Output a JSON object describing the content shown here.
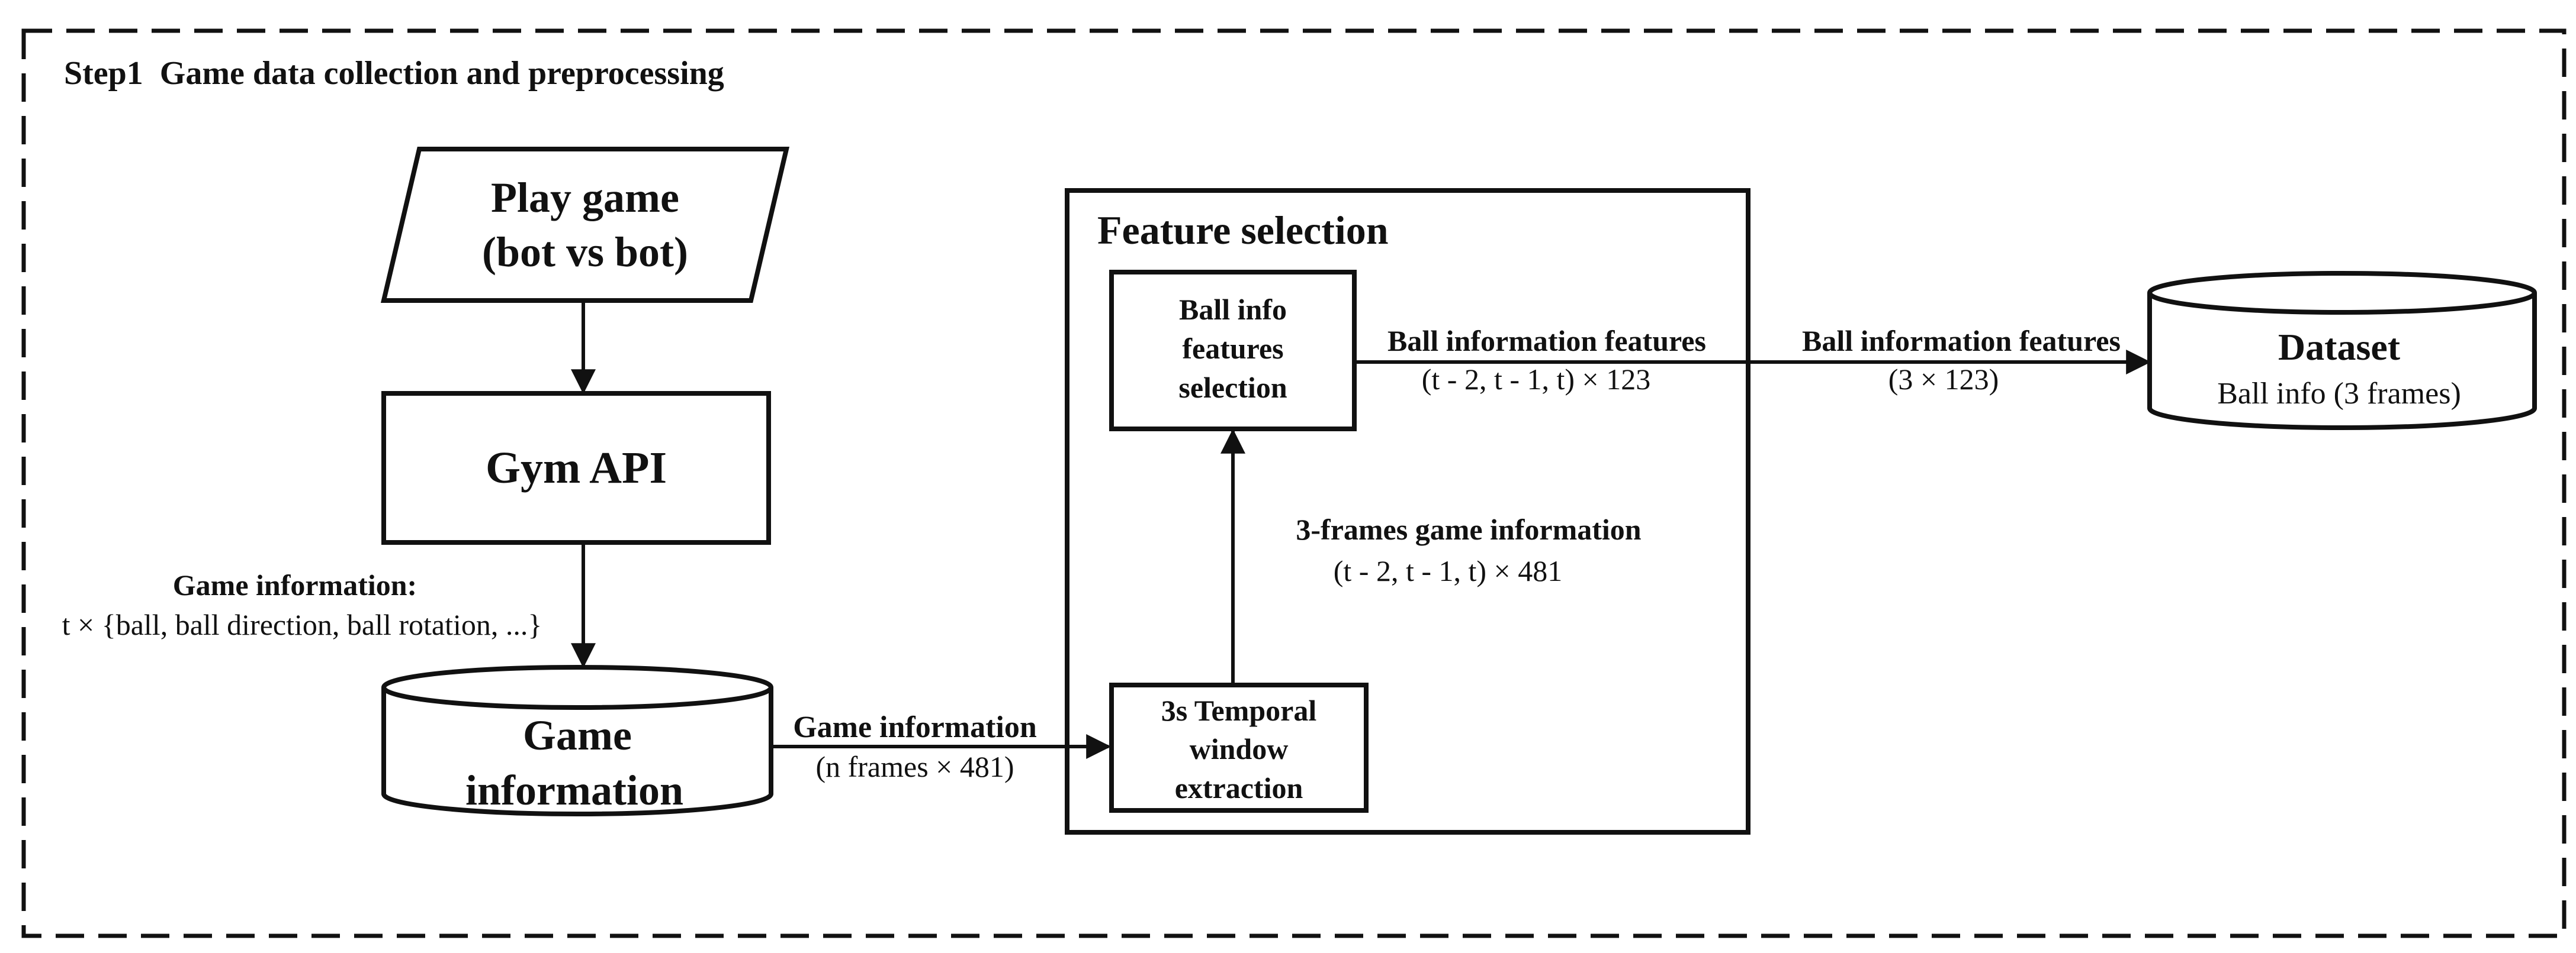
{
  "step_title": "Step1  Game data collection and preprocessing",
  "play_game": {
    "line1": "Play game",
    "line2": "(bot vs bot)"
  },
  "gym_api": "Gym API",
  "game_info_label": {
    "title": "Game information:",
    "detail": "t × {ball, ball direction, ball rotation, ...}"
  },
  "game_info_db": {
    "line1": "Game",
    "line2": "information"
  },
  "edge_game_info": {
    "title": "Game information",
    "detail": "(n frames × 481)"
  },
  "feature_selection": {
    "title": "Feature selection",
    "ball_info_box": [
      "Ball info",
      "features",
      "selection"
    ],
    "temporal_box": [
      "3s Temporal",
      "window",
      "extraction"
    ],
    "edge_3frames": {
      "title": "3-frames game information",
      "detail": "(t - 2, t - 1, t) × 481"
    },
    "edge_ball_inner": {
      "title": "Ball information features",
      "detail": "(t - 2, t - 1, t) × 123"
    }
  },
  "edge_ball_outer": {
    "title": "Ball information features",
    "detail": "(3 × 123)"
  },
  "dataset": {
    "title": "Dataset",
    "subtitle": "Ball info (3 frames)"
  },
  "colors": {
    "stroke": "#111111",
    "background": "#ffffff"
  }
}
